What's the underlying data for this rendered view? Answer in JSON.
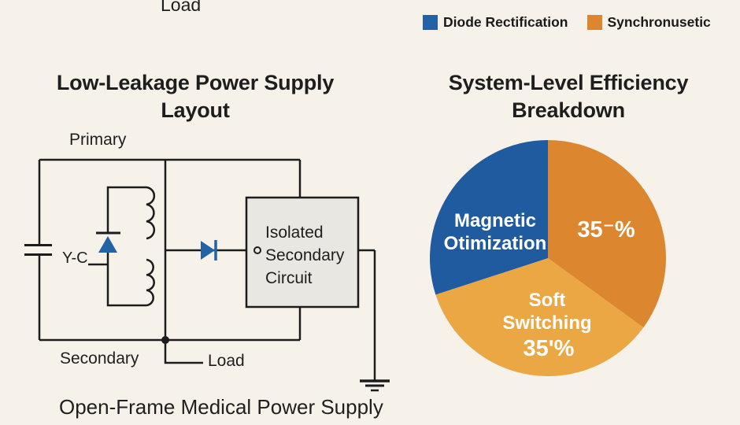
{
  "colors": {
    "background": "#f6f2ea",
    "ink": "#1c1c1c",
    "accent_blue": "#2163a4",
    "accent_orange": "#de8530",
    "pie_blue": "#1f5b9e",
    "pie_dark_orange": "#dc8630",
    "pie_light_orange": "#eba744",
    "box_fill": "#e9e7e2"
  },
  "top_label": "Load",
  "legend": {
    "items": [
      {
        "label": "Diode Rectification",
        "color": "#2163a4"
      },
      {
        "label": "Synchronusetic",
        "color": "#de8530"
      }
    ]
  },
  "left_panel": {
    "title": "Low-Leakage Power Supply Layout",
    "labels": {
      "primary": "Primary",
      "y_capacitor": "Y-C",
      "isolated_box": "Isolated Secondary Circuit",
      "secondary": "Secondary",
      "load": "Load"
    },
    "caption": "Open-Frame Medical Power Supply"
  },
  "right_panel": {
    "title": "System-Level Efficiency Breakdown"
  },
  "chart_data": {
    "type": "pie",
    "title": "System-Level Efficiency Breakdown",
    "legend_position": "top",
    "legend": [
      "Diode Rectification",
      "Synchronusetic"
    ],
    "center": [
      696,
      328
    ],
    "radius": 150,
    "start_angle": "12 o'clock, clockwise",
    "slices": [
      {
        "label": "",
        "percent_label": "35⁻%",
        "value": 35,
        "color": "#dc8630",
        "text_color": "#ffffff"
      },
      {
        "label": "Soft Switching",
        "percent_label": "35ʹ%",
        "value": 35,
        "color": "#eba744",
        "text_color": "#ffffff"
      },
      {
        "label": "Magnetic Otimization",
        "percent_label": "",
        "value": 30,
        "color": "#1f5b9e",
        "text_color": "#ffffff"
      }
    ]
  }
}
